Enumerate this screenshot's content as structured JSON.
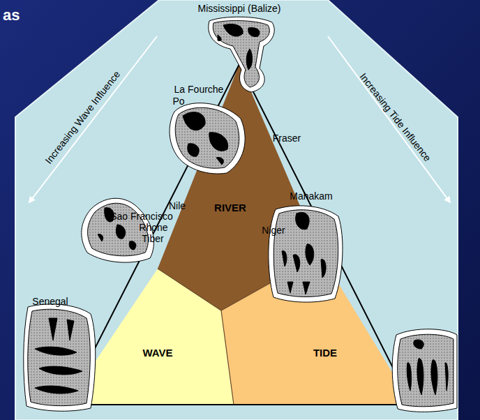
{
  "diagram": {
    "title": "as",
    "nodes": [
      {
        "text": [
          "RIVER"
        ]
      },
      {
        "text": [
          "WAVE"
        ]
      },
      {
        "text": [
          "TIDE"
        ]
      }
    ],
    "labels": [
      "Mississippi (Balize)",
      "La Fourche",
      "Po",
      "Fraser",
      "Mahakam",
      "Nile",
      "Sao Francisco",
      "Rhone",
      "Tiber",
      "Niger",
      "Senegal",
      "Increasing Wave Influence",
      "Increasing Tide Influence"
    ]
  }
}
